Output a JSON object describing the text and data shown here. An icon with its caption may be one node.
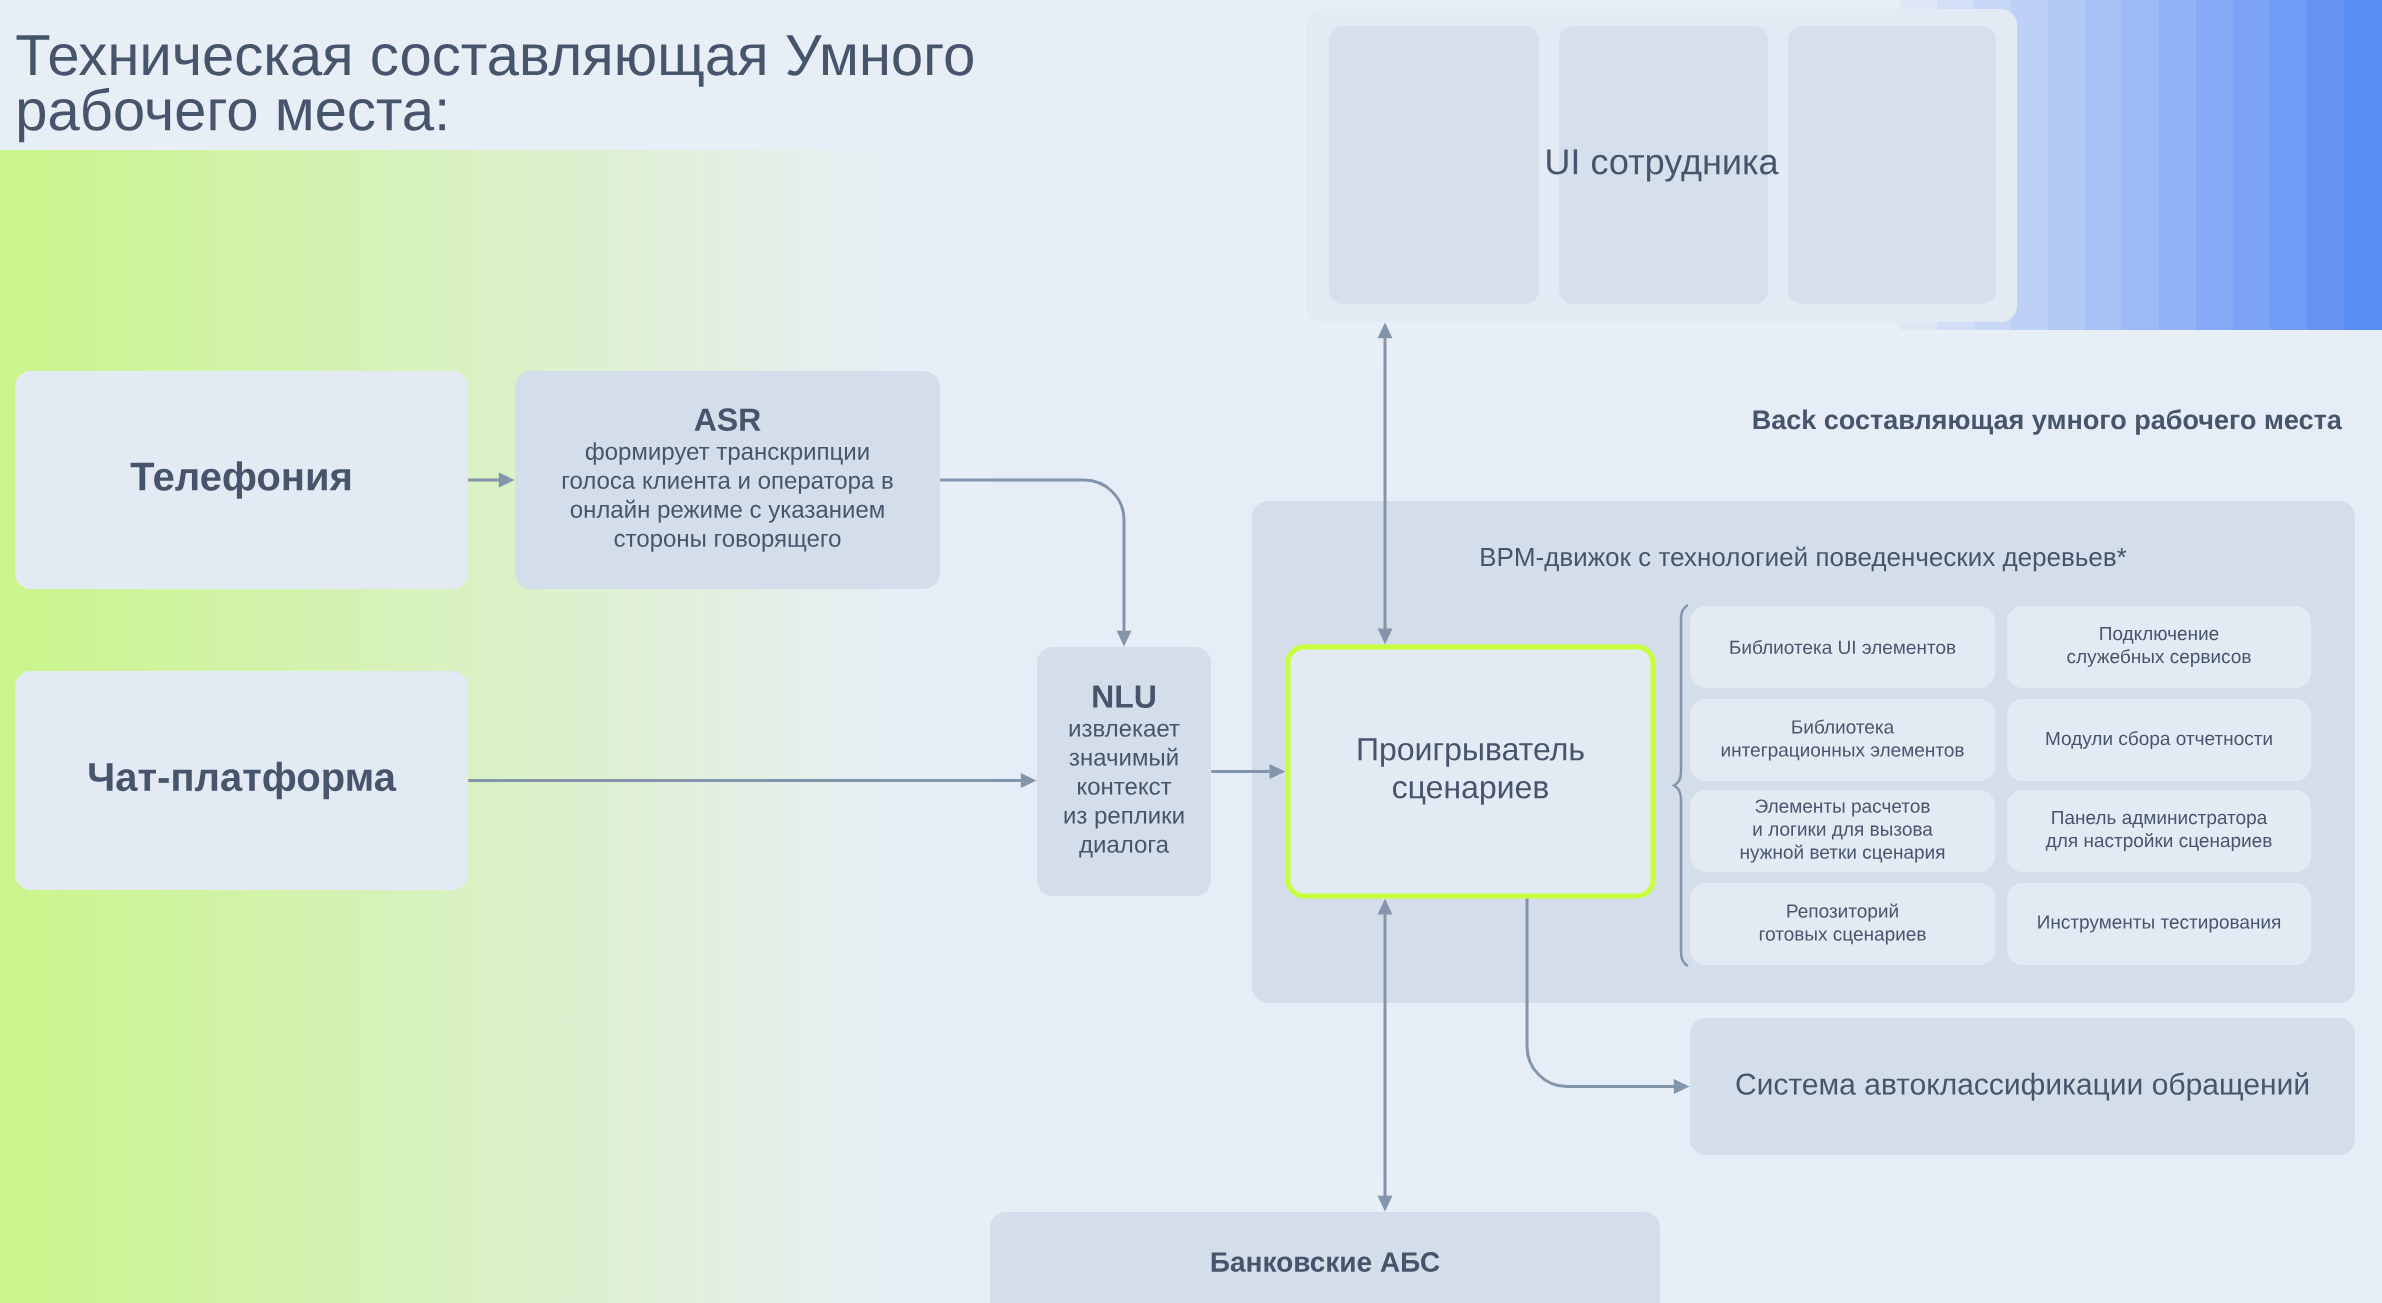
{
  "diagram": {
    "title": "Техническая составляющая Умного рабочего места:",
    "nodes": [
      {
        "text": [
          "UI сотрудника"
        ]
      },
      {
        "text": [
          "Телефония"
        ]
      },
      {
        "text": [
          "ASR",
          "формирует транскрипции голоса клиента и оператора в онлайн режиме с указанием стороны говорящего"
        ]
      },
      {
        "text": [
          "Чат-платформа"
        ]
      },
      {
        "text": [
          "Back составляющая умного рабочего места"
        ]
      },
      {
        "text": [
          "BPM-движок с технологией поведенческих деревьев*"
        ],
        "in": 4
      },
      {
        "text": [
          "NLU",
          "извлекает значимый контекст из реплики диалога"
        ],
        "in": 4
      },
      {
        "text": [
          "Проигрыватель сценариев"
        ],
        "in": 5
      },
      {
        "text": [
          "Библиотека UI элементов"
        ],
        "in": 5
      },
      {
        "text": [
          "Подключение служебных сервисов"
        ],
        "in": 5
      },
      {
        "text": [
          "Библиотека интеграционных элементов"
        ],
        "in": 5
      },
      {
        "text": [
          "Модули сбора отчетности"
        ],
        "in": 5
      },
      {
        "text": [
          "Элементы расчетов и логики для вызова нужной ветки сценария"
        ],
        "in": 5
      },
      {
        "text": [
          "Панель администратора для настройки сценариев"
        ],
        "in": 5
      },
      {
        "text": [
          "Репозиторий готовых сценариев"
        ],
        "in": 5
      },
      {
        "text": [
          "Инструменты тестирования"
        ],
        "in": 5
      },
      {
        "text": [
          "Система автоклассификации обращений"
        ],
        "in": 4
      },
      {
        "text": [
          "Банковские АБС"
        ]
      }
    ],
    "edges": [
      {
        "from": 1,
        "to": 2,
        "arrow": "to"
      },
      {
        "from": 2,
        "to": 6,
        "arrow": "to"
      },
      {
        "from": 3,
        "to": 6,
        "arrow": "to"
      },
      {
        "from": 6,
        "to": 7,
        "arrow": "to"
      },
      {
        "from": 7,
        "to": 0,
        "arrow": "both"
      },
      {
        "from": 7,
        "to": 17,
        "arrow": "both"
      },
      {
        "from": 7,
        "to": 16,
        "arrow": "to"
      }
    ]
  }
}
